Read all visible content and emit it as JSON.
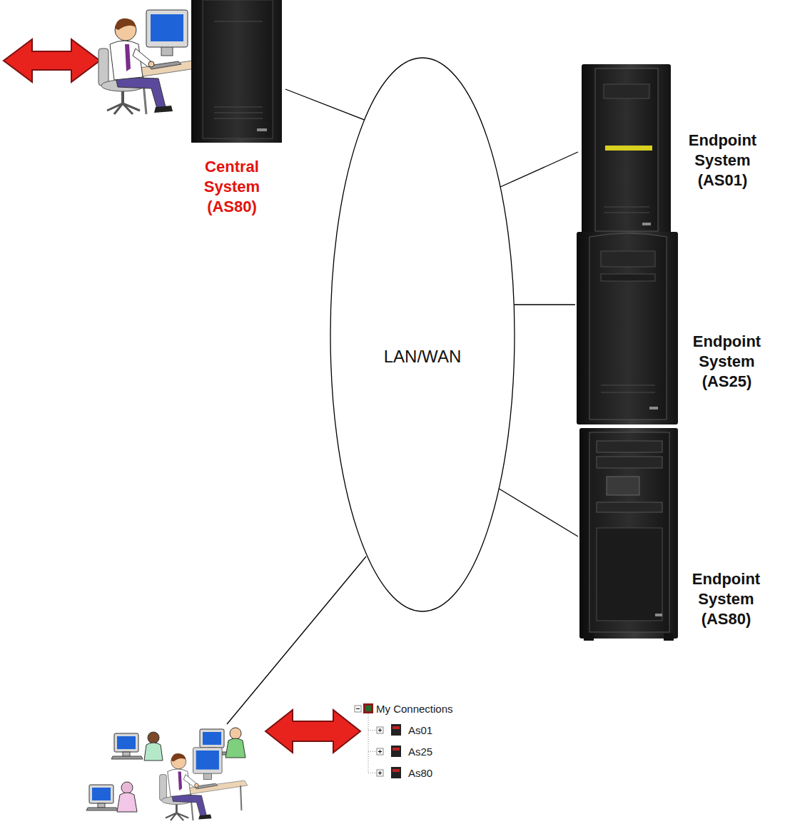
{
  "diagram": {
    "nodes": [
      {
        "text": [
          "Central System (AS80)"
        ]
      },
      {
        "text": [
          "LAN/WAN"
        ]
      },
      {
        "text": [
          "Endpoint System (AS01)"
        ]
      },
      {
        "text": [
          "Endpoint System (AS25)"
        ]
      },
      {
        "text": [
          "Endpoint System (AS80)"
        ]
      }
    ],
    "edges": [
      {
        "from": 0,
        "to": 1,
        "arrow": "none"
      },
      {
        "from": 2,
        "to": 1,
        "arrow": "none"
      },
      {
        "from": 3,
        "to": 1,
        "arrow": "none"
      },
      {
        "from": 4,
        "to": 1,
        "arrow": "none"
      }
    ],
    "labels": [
      "My Connections",
      "As01",
      "As25",
      "As80"
    ]
  }
}
